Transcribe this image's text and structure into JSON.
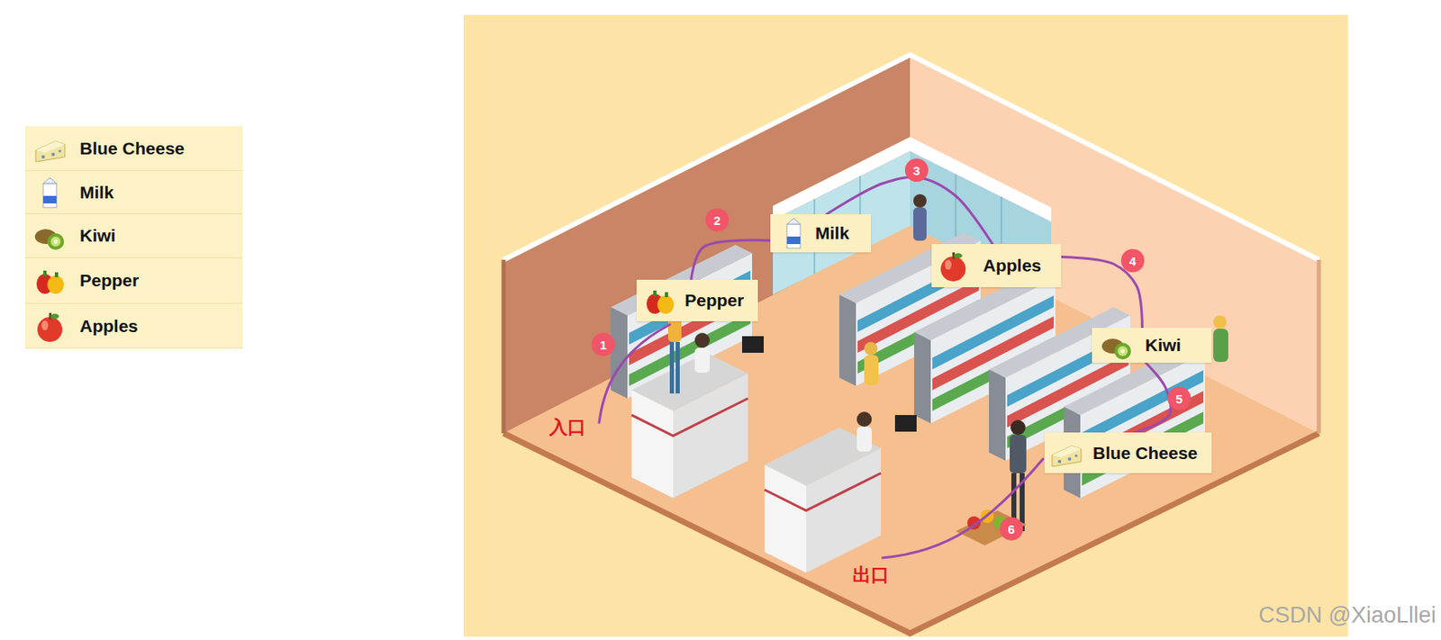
{
  "diagram": {
    "nodes": [
      {
        "text": [
          "Blue Cheese"
        ]
      },
      {
        "text": [
          "Milk"
        ]
      },
      {
        "text": [
          "Kiwi"
        ]
      },
      {
        "text": [
          "Pepper"
        ]
      },
      {
        "text": [
          "Apples"
        ]
      },
      {
        "text": [
          "Pepper"
        ]
      },
      {
        "text": [
          "Milk"
        ]
      },
      {
        "text": [
          "Apples"
        ]
      },
      {
        "text": [
          "Kiwi"
        ]
      },
      {
        "text": [
          "Blue Cheese"
        ]
      }
    ],
    "edges": [
      {
        "from": 5,
        "to": 6,
        "arrow": "none"
      },
      {
        "from": 6,
        "to": 7,
        "arrow": "none"
      },
      {
        "from": 7,
        "to": 8,
        "arrow": "none"
      },
      {
        "from": 8,
        "to": 9,
        "arrow": "none"
      }
    ],
    "labels": [
      "入口",
      "1",
      "2",
      "3",
      "4",
      "5",
      "6",
      "出口",
      "CSDN @XiaoLllei"
    ]
  }
}
